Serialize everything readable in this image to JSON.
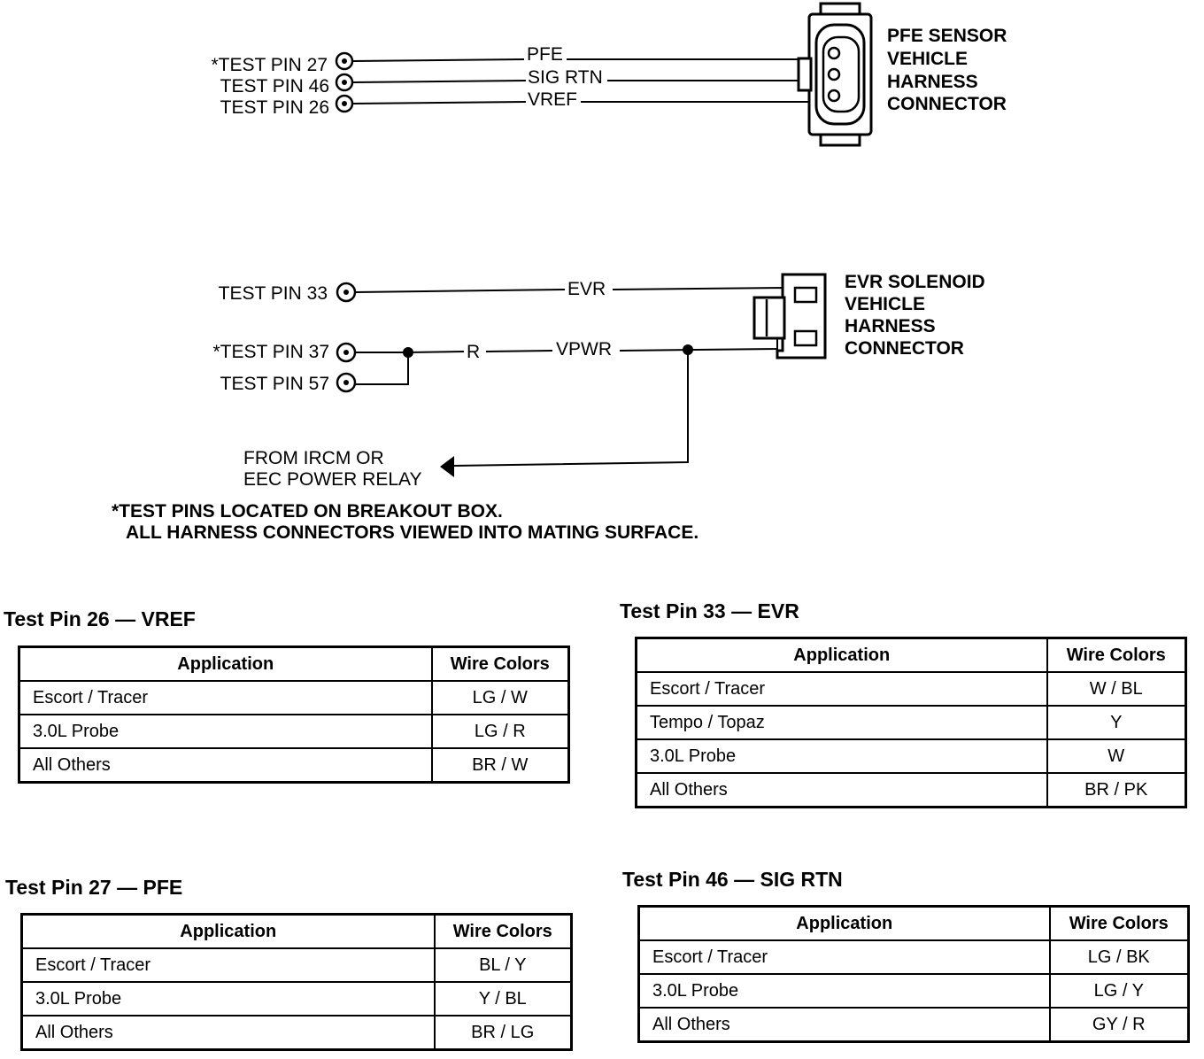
{
  "diagram": {
    "pfe_pins": [
      {
        "label": "*TEST PIN 27",
        "wire": "PFE"
      },
      {
        "label": "TEST PIN 46",
        "wire": "SIG RTN"
      },
      {
        "label": "TEST PIN 26",
        "wire": "VREF"
      }
    ],
    "pfe_connector_label": [
      "PFE SENSOR",
      "VEHICLE",
      "HARNESS",
      "CONNECTOR"
    ],
    "evr_pins": [
      {
        "label": "TEST PIN 33",
        "wire": "EVR"
      },
      {
        "label": "*TEST PIN 37",
        "wire": "R"
      },
      {
        "label": "TEST PIN 57",
        "wire": ""
      }
    ],
    "vpwr_label": "VPWR",
    "evr_connector_label": [
      "EVR SOLENOID",
      "VEHICLE",
      "HARNESS",
      "CONNECTOR"
    ],
    "power_source": [
      "FROM IRCM OR",
      "EEC POWER RELAY"
    ],
    "footnote": [
      "*TEST PINS LOCATED ON BREAKOUT BOX.",
      "ALL HARNESS CONNECTORS VIEWED INTO MATING SURFACE."
    ]
  },
  "tables": [
    {
      "title": "Test Pin 26 — VREF",
      "headers": [
        "Application",
        "Wire Colors"
      ],
      "rows": [
        [
          "Escort / Tracer",
          "LG / W"
        ],
        [
          "3.0L Probe",
          "LG / R"
        ],
        [
          "All Others",
          "BR / W"
        ]
      ]
    },
    {
      "title": "Test Pin 33 — EVR",
      "headers": [
        "Application",
        "Wire Colors"
      ],
      "rows": [
        [
          "Escort / Tracer",
          "W / BL"
        ],
        [
          "Tempo / Topaz",
          "Y"
        ],
        [
          "3.0L Probe",
          "W"
        ],
        [
          "All Others",
          "BR / PK"
        ]
      ]
    },
    {
      "title": "Test Pin 27 — PFE",
      "headers": [
        "Application",
        "Wire Colors"
      ],
      "rows": [
        [
          "Escort / Tracer",
          "BL / Y"
        ],
        [
          "3.0L Probe",
          "Y / BL"
        ],
        [
          "All Others",
          "BR / LG"
        ]
      ]
    },
    {
      "title": "Test Pin 46 — SIG RTN",
      "headers": [
        "Application",
        "Wire Colors"
      ],
      "rows": [
        [
          "Escort / Tracer",
          "LG / BK"
        ],
        [
          "3.0L Probe",
          "LG / Y"
        ],
        [
          "All Others",
          "GY / R"
        ]
      ]
    }
  ]
}
